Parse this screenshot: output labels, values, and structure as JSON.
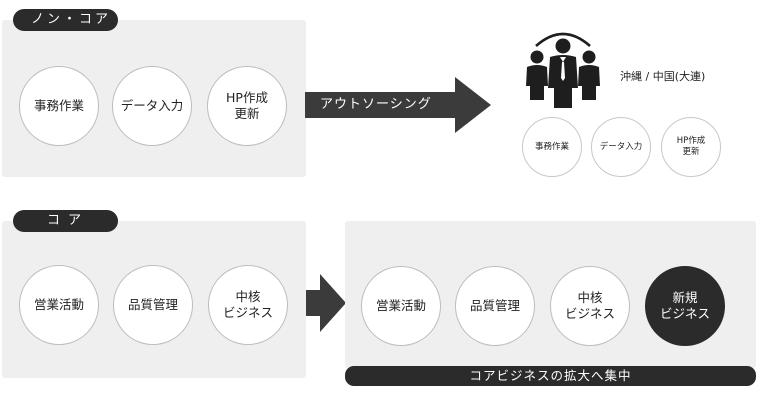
{
  "noncore": {
    "label": "ノン・コア",
    "items": [
      "事務作業",
      "データ入力",
      "HP作成\n更新"
    ]
  },
  "outsourcing": {
    "arrow_label": "アウトソーシング",
    "icon": "people-group-icon",
    "location": "沖縄 / 中国(大連)",
    "items": [
      "事務作業",
      "データ入力",
      "HP作成\n更新"
    ]
  },
  "core": {
    "label": "コア",
    "items": [
      "営業活動",
      "品質管理",
      "中核\nビジネス"
    ]
  },
  "core_expanded": {
    "items": [
      "営業活動",
      "品質管理",
      "中核\nビジネス"
    ],
    "new_item": "新規\nビジネス",
    "bar_label": "コアビジネスの拡大へ集中"
  },
  "colors": {
    "dark": "#2b2b2b",
    "panel": "#efefef",
    "circle_border": "#bdbdbd",
    "arrow": "#3b3b3b"
  }
}
